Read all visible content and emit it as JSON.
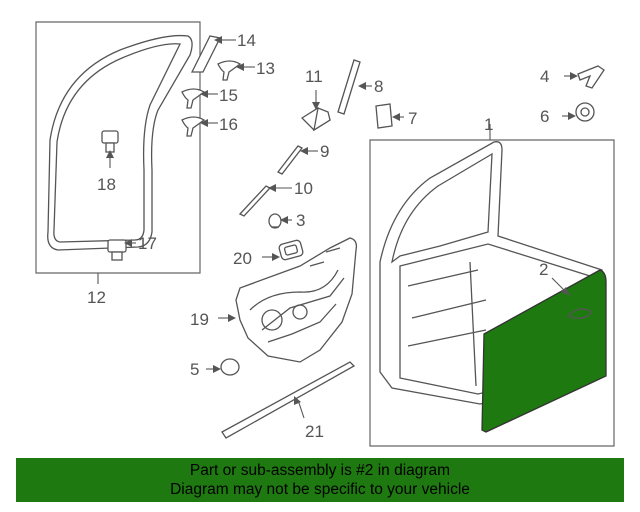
{
  "callouts": {
    "c1": "1",
    "c2": "2",
    "c3": "3",
    "c4": "4",
    "c5": "5",
    "c6": "6",
    "c7": "7",
    "c8": "8",
    "c9": "9",
    "c10": "10",
    "c11": "11",
    "c12": "12",
    "c13": "13",
    "c14": "14",
    "c15": "15",
    "c16": "16",
    "c17": "17",
    "c18": "18",
    "c19": "19",
    "c20": "20",
    "c21": "21"
  },
  "banner": {
    "line1": "Part or sub-assembly is #2 in diagram",
    "line2": "Diagram may not be specific to your vehicle"
  },
  "colors": {
    "highlight": "#1e7a10",
    "line": "#555555"
  }
}
